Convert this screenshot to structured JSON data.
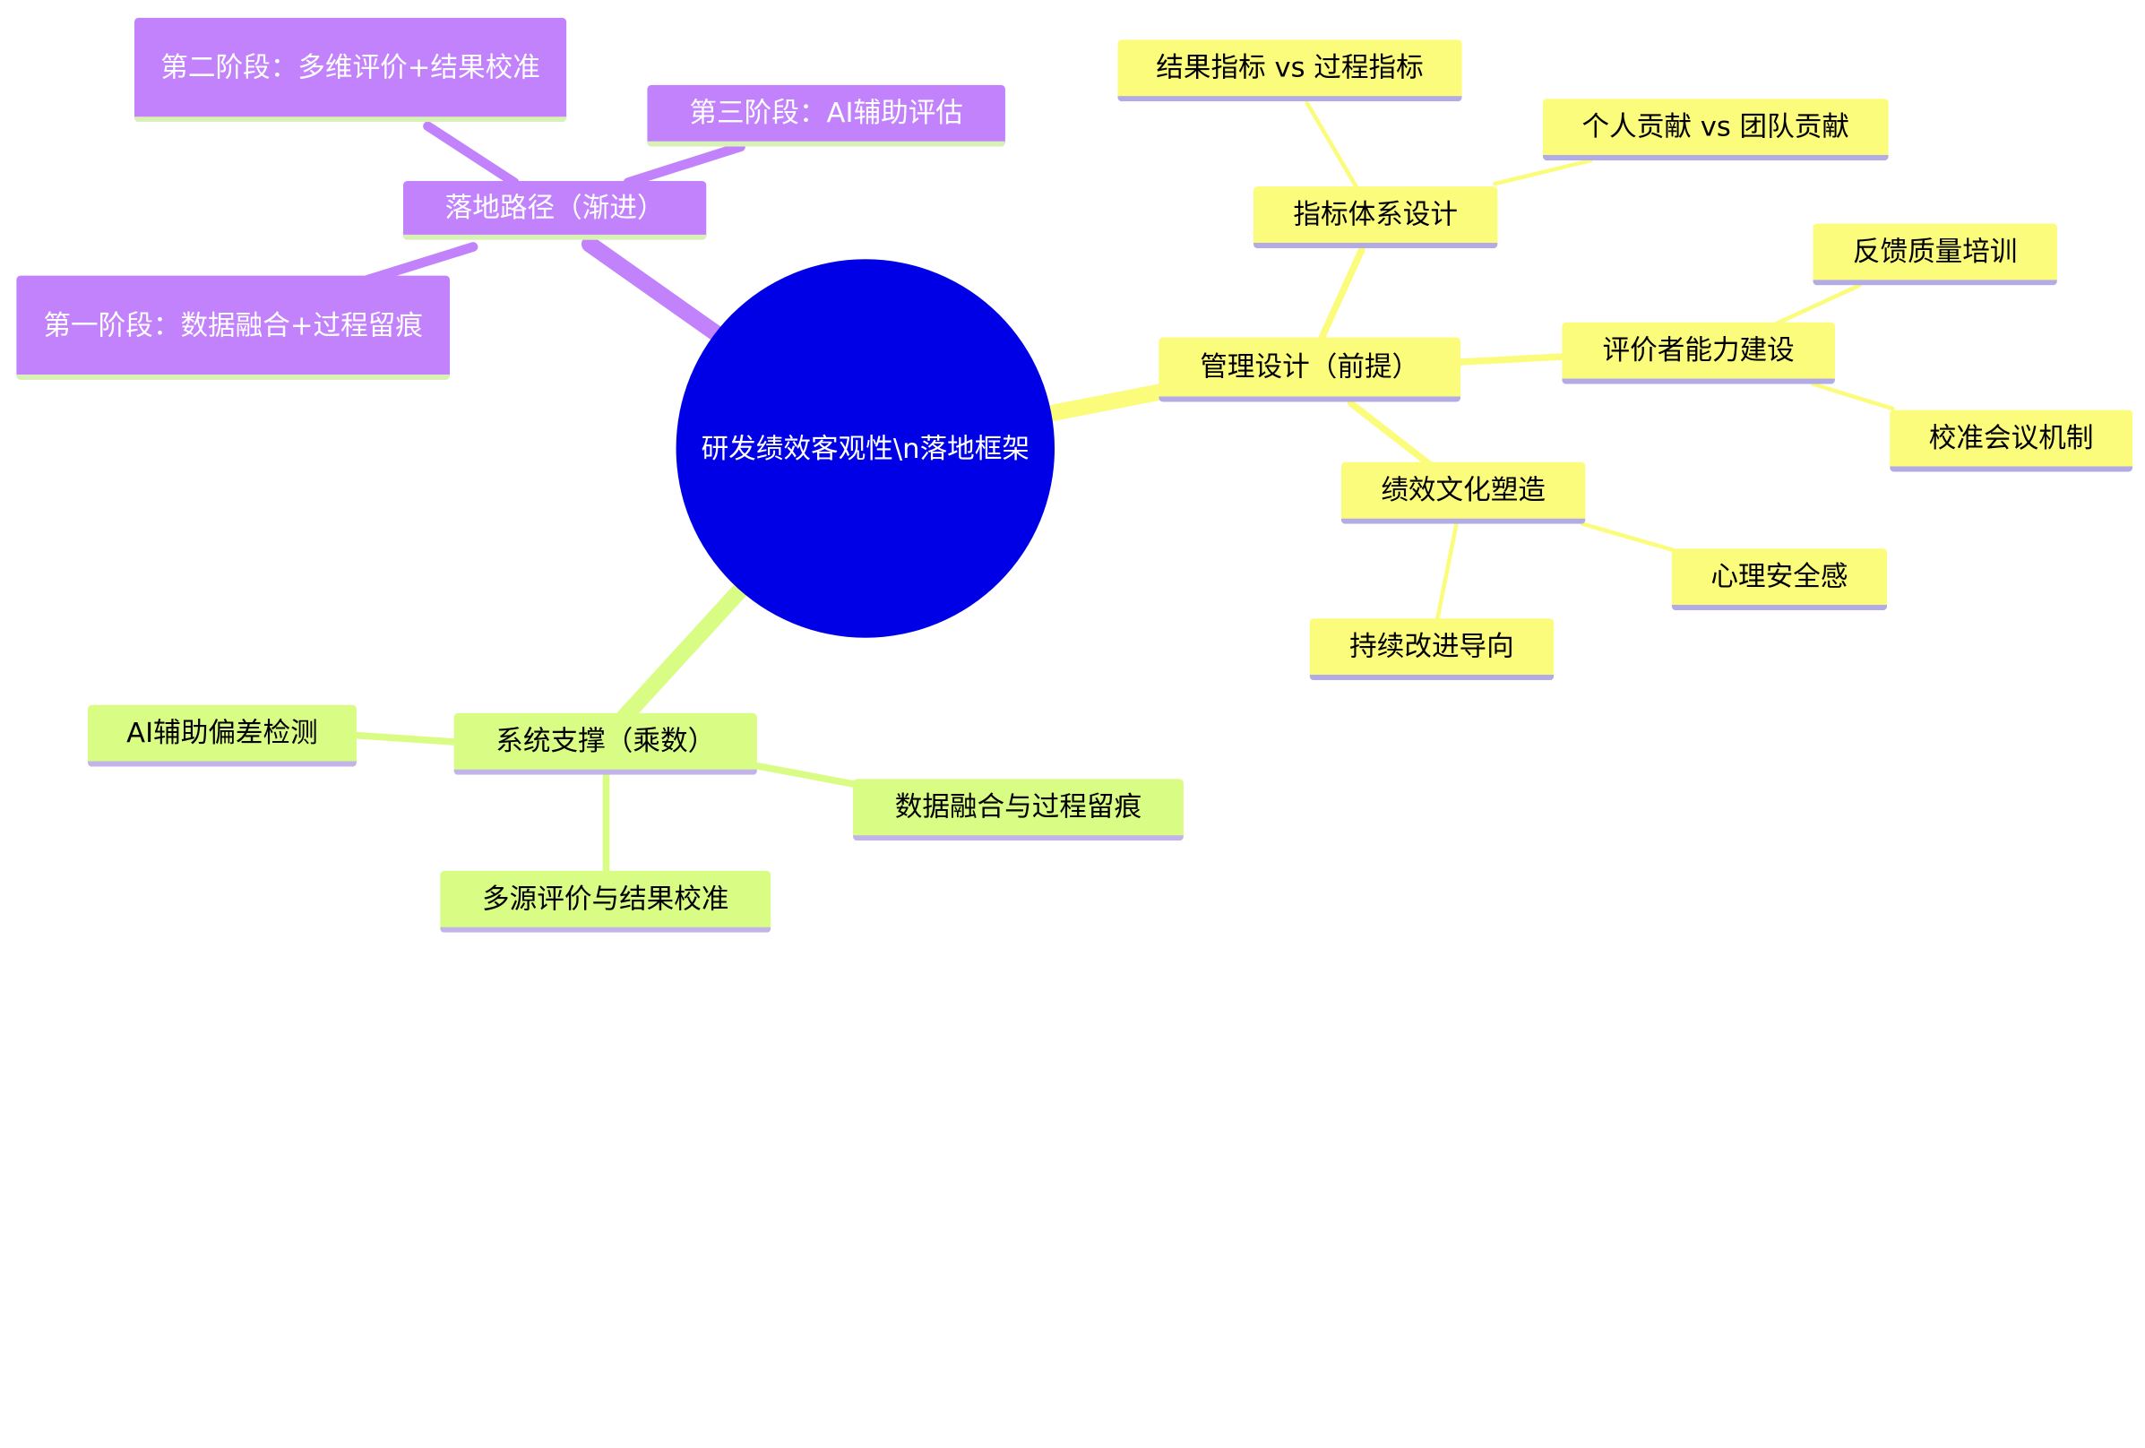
{
  "colors": {
    "root": "#0000e6",
    "purple_branch": "#c182fb",
    "yellow_branch": "#fcfc7c",
    "green_branch": "#d8fc84"
  },
  "root": {
    "label": "研发绩效客观性\\n落地框架"
  },
  "branches": {
    "path": {
      "label": "落地路径（渐进）",
      "children": [
        "第二阶段：多维评价+结果校准",
        "第三阶段：AI辅助评估",
        "第一阶段：数据融合+过程留痕"
      ]
    },
    "management": {
      "label": "管理设计（前提）",
      "indicator": {
        "label": "指标体系设计",
        "children": [
          "结果指标 vs 过程指标",
          "个人贡献 vs 团队贡献"
        ]
      },
      "evaluator": {
        "label": "评价者能力建设",
        "children": [
          "反馈质量培训",
          "校准会议机制"
        ]
      },
      "culture": {
        "label": "绩效文化塑造",
        "children": [
          "心理安全感",
          "持续改进导向"
        ]
      }
    },
    "system": {
      "label": "系统支撑（乘数）",
      "children": [
        "AI辅助偏差检测",
        "数据融合与过程留痕",
        "多源评价与结果校准"
      ]
    }
  }
}
